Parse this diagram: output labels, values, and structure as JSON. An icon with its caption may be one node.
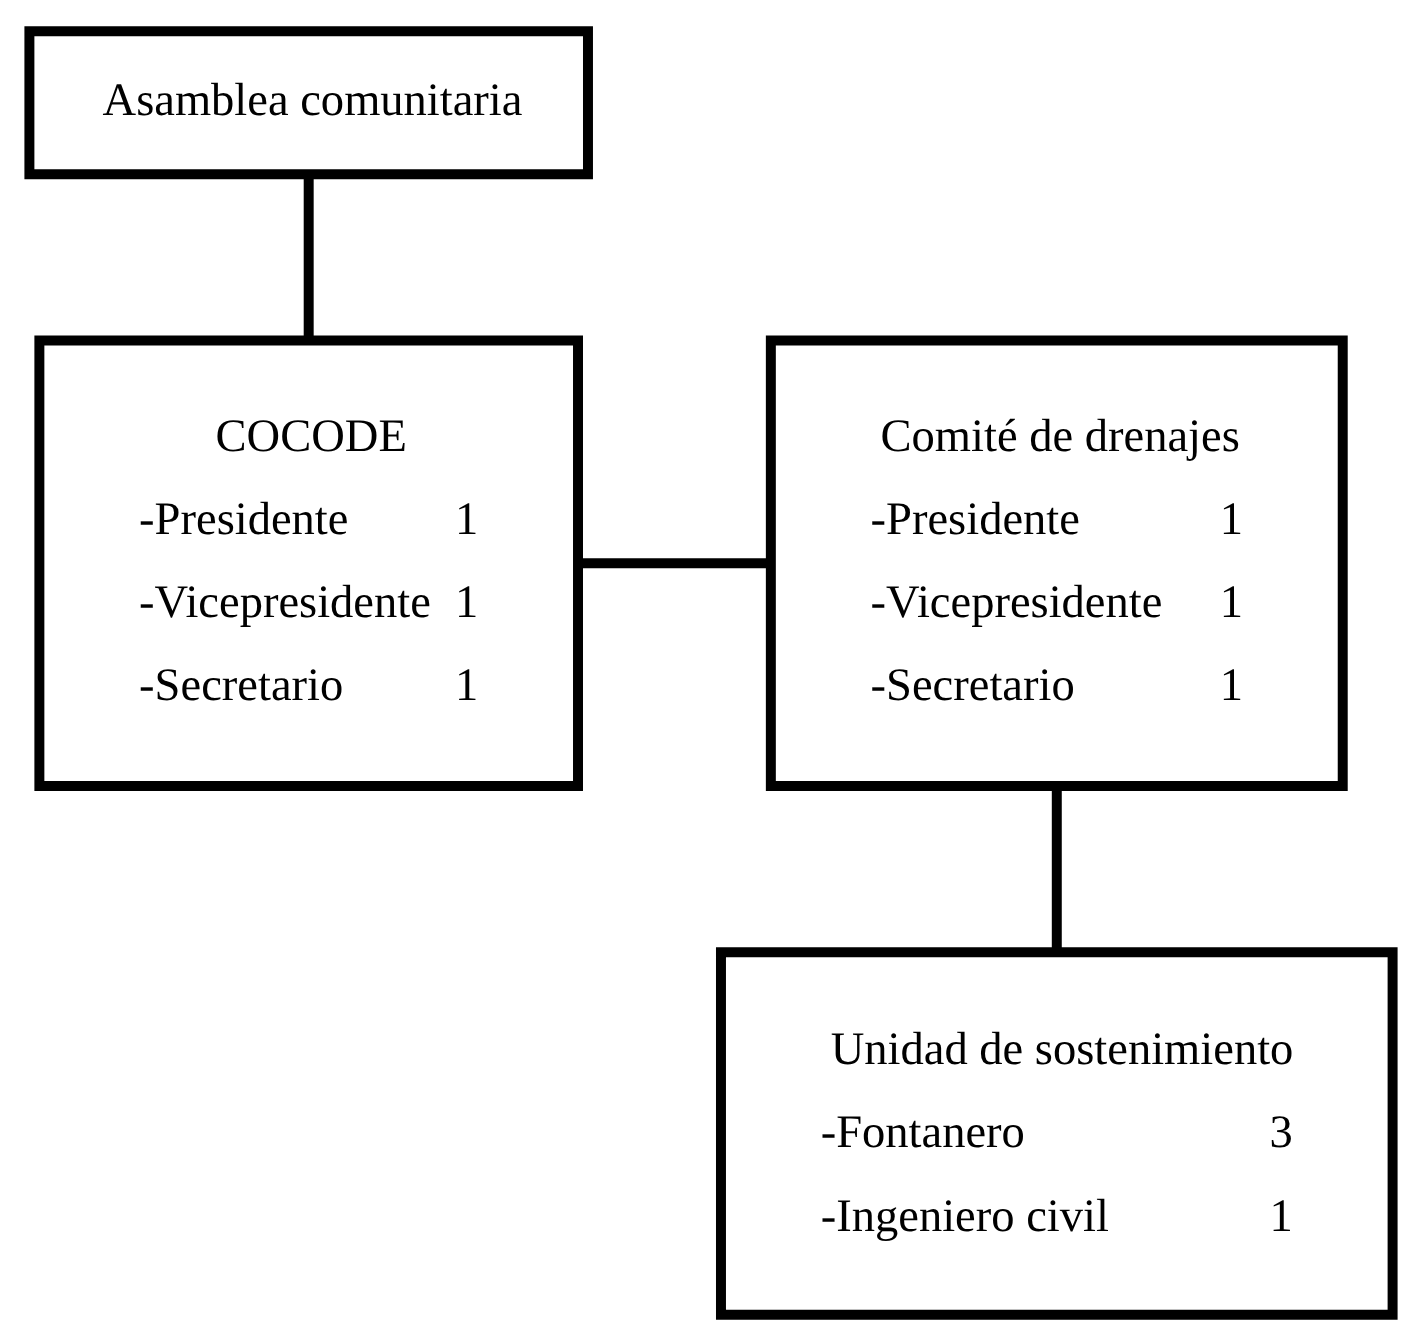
{
  "diagram": {
    "nodes": [
      {
        "text": [
          "Asamblea comunitaria"
        ]
      },
      {
        "text": [
          "COCODE",
          "-Presidente",
          "1",
          "-Vicepresidente",
          "1",
          "-Secretario",
          "1"
        ]
      },
      {
        "text": [
          "Comité de drenajes",
          "-Presidente",
          "1",
          "-Vicepresidente",
          "1",
          "-Secretario",
          "1"
        ]
      },
      {
        "text": [
          "Unidad de sostenimiento",
          "-Fontanero",
          "3",
          "-Ingeniero civil",
          "1"
        ]
      }
    ],
    "edges": [
      {
        "from": 0,
        "to": 1,
        "arrow": "none"
      },
      {
        "from": 1,
        "to": 2,
        "arrow": "none"
      },
      {
        "from": 2,
        "to": 3,
        "arrow": "none"
      }
    ]
  }
}
